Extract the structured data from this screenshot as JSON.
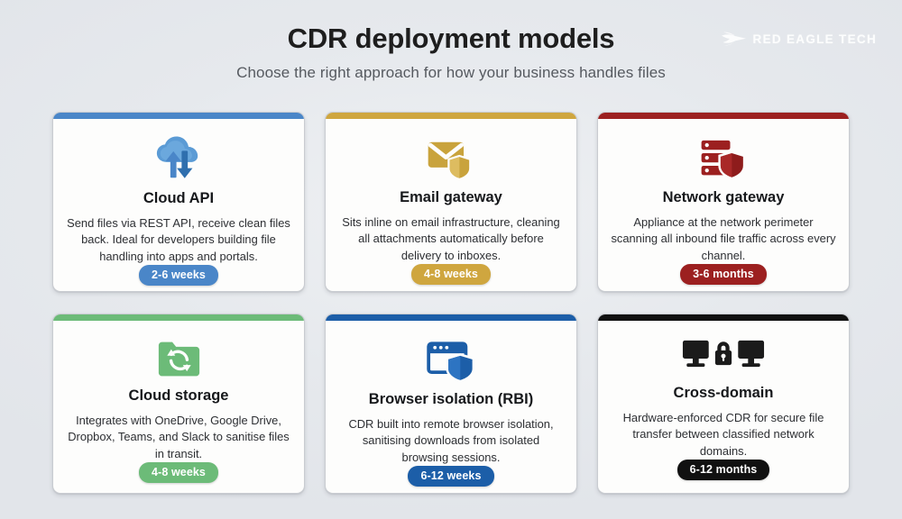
{
  "header": {
    "title": "CDR deployment models",
    "subtitle": "Choose the right approach for how your business handles files"
  },
  "logo": {
    "text": "RED EAGLE TECH",
    "mark": "eagle-icon",
    "color": "#ffffff"
  },
  "background": {
    "color_top_left": "#e8eaee",
    "color_bottom_right": "#e4e7eb"
  },
  "cards": [
    {
      "title": "Cloud API",
      "description": "Send files via REST API, receive clean files back. Ideal for developers building file handling into apps and portals.",
      "badge": "2-6 weeks",
      "color": "#4a86c8",
      "icon": "cloud-upload-download-icon"
    },
    {
      "title": "Email gateway",
      "description": "Sits inline on email infrastructure, cleaning all attachments automatically before delivery to inboxes.",
      "badge": "4-8 weeks",
      "color": "#cfa63f",
      "icon": "envelope-shield-icon"
    },
    {
      "title": "Network gateway",
      "description": "Appliance at the network perimeter scanning all inbound file traffic across every channel.",
      "badge": "3-6 months",
      "color": "#9c2020",
      "icon": "server-shield-icon"
    },
    {
      "title": "Cloud storage",
      "description": "Integrates with OneDrive, Google Drive, Dropbox, Teams, and Slack to sanitise files in transit.",
      "badge": "4-8 weeks",
      "color": "#6cbb78",
      "icon": "folder-sync-icon"
    },
    {
      "title": "Browser isolation (RBI)",
      "description": "CDR built into remote browser isolation, sanitising downloads from isolated browsing sessions.",
      "badge": "6-12 weeks",
      "color": "#1c5ea8",
      "icon": "browser-shield-icon"
    },
    {
      "title": "Cross-domain",
      "description": "Hardware-enforced CDR for secure file transfer between classified network domains.",
      "badge": "6-12 months",
      "color": "#111111",
      "icon": "dual-monitor-lock-icon"
    }
  ]
}
